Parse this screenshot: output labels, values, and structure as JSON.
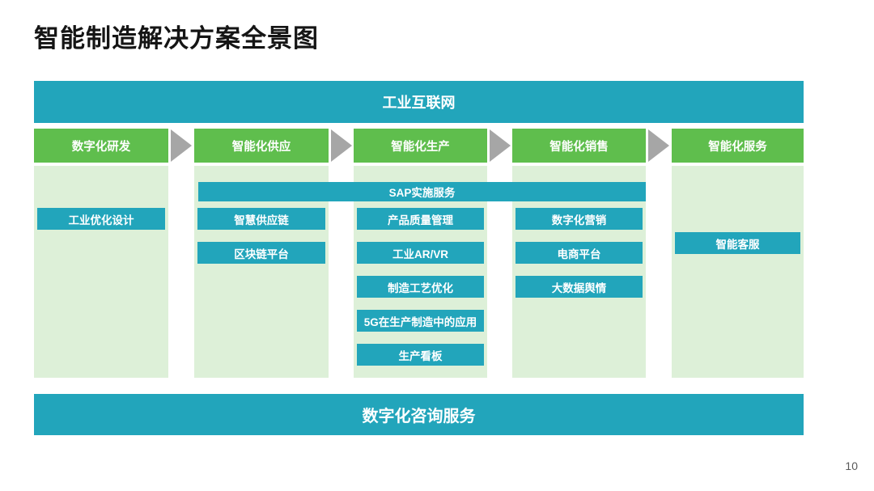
{
  "slide": {
    "title": "智能制造解决方案全景图",
    "page_number": "10",
    "top_banner": "工业互联网",
    "bottom_banner": "数字化咨询服务",
    "sap_banner": "SAP实施服务",
    "columns": [
      {
        "header": "数字化研发",
        "items": [
          "工业优化设计"
        ]
      },
      {
        "header": "智能化供应",
        "items": [
          "智慧供应链",
          "区块链平台"
        ]
      },
      {
        "header": "智能化生产",
        "items": [
          "产品质量管理",
          "工业AR/VR",
          "制造工艺优化",
          "5G在生产制造中的应用",
          "生产看板"
        ]
      },
      {
        "header": "智能化销售",
        "items": [
          "数字化营销",
          "电商平台",
          "大数据舆情"
        ]
      },
      {
        "header": "智能化服务",
        "items": [
          "智能客服"
        ]
      }
    ],
    "colors": {
      "teal": "#22A5BB",
      "green": "#5FBE4D",
      "light_green": "#DDF0D8",
      "arrow_gray": "#A6A6A6",
      "title_black": "#151515",
      "page_number_gray": "#595959"
    }
  }
}
